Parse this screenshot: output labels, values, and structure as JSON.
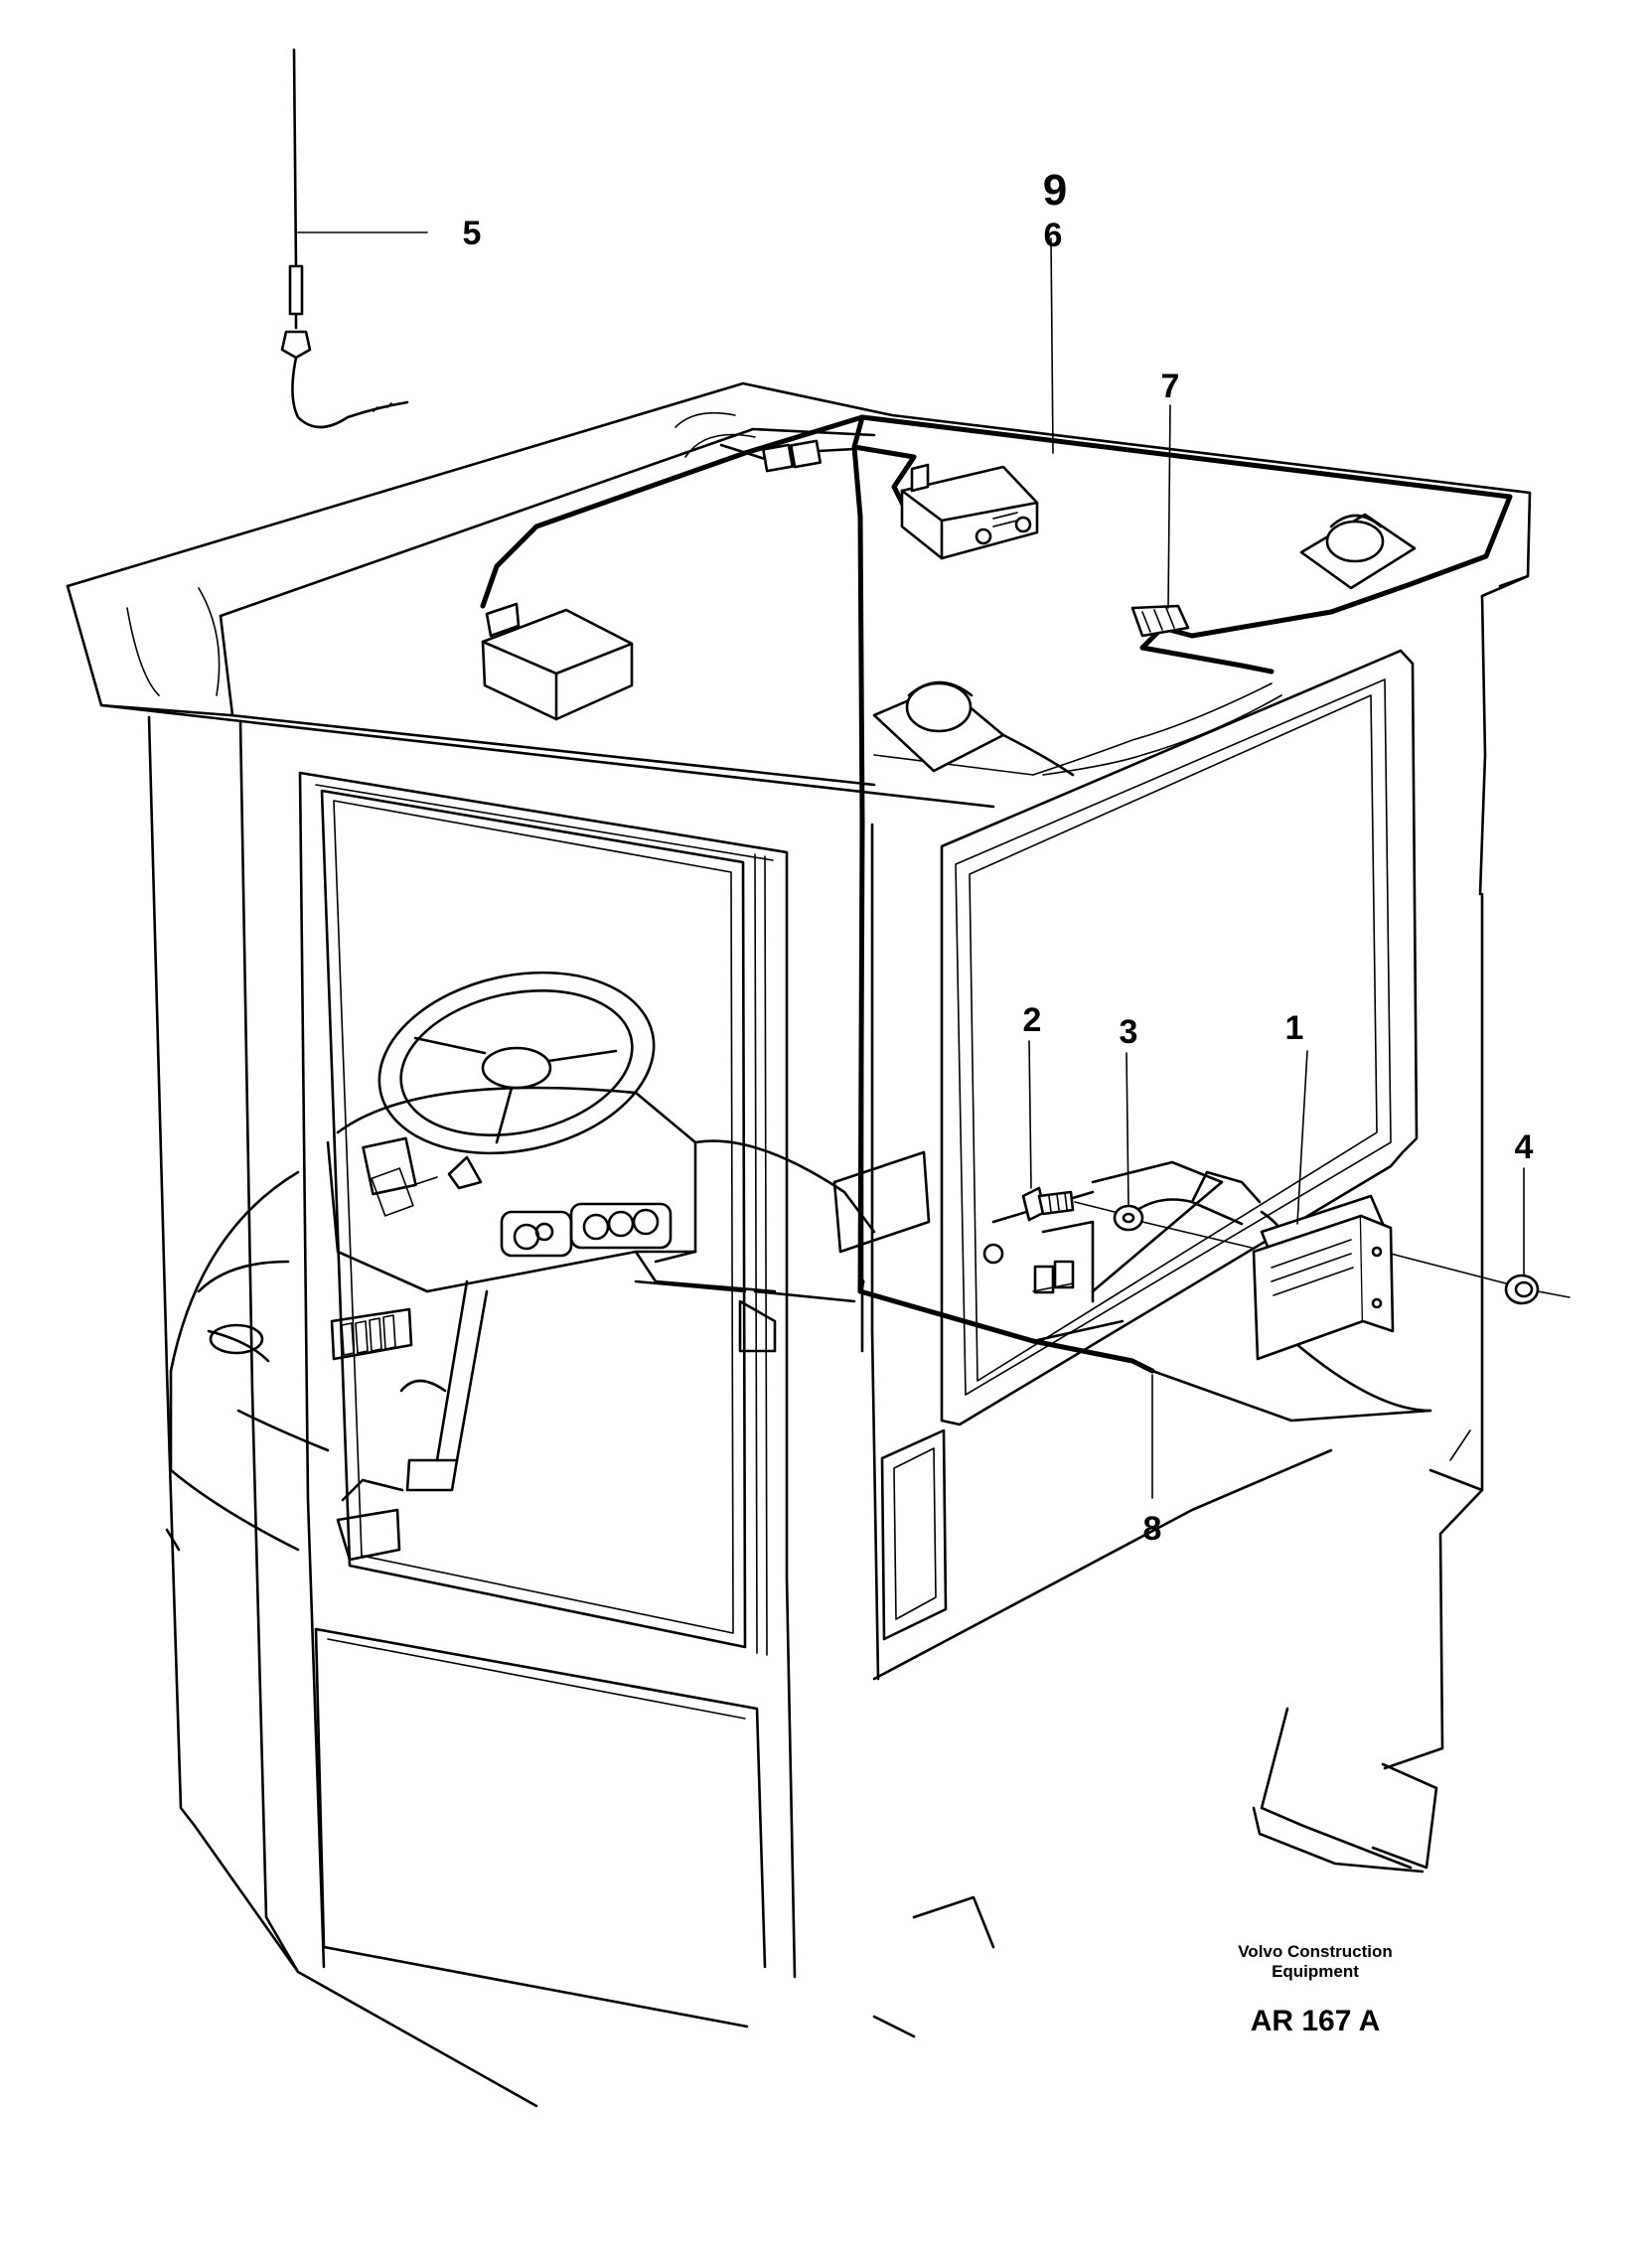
{
  "callouts": {
    "c1": "1",
    "c2": "2",
    "c3": "3",
    "c4": "4",
    "c5": "5",
    "c6": "6",
    "c7": "7",
    "c8": "8",
    "c9": "9"
  },
  "footer": {
    "company_line1": "Volvo Construction",
    "company_line2": "Equipment",
    "reference": "AR 167 A"
  },
  "parts": {
    "1": "radio-mounting-bracket-icon",
    "2": "screw-icon",
    "3": "washer-icon",
    "4": "nut-icon",
    "5": "antenna-icon",
    "6": "cable-harness-icon",
    "7": "connector-icon",
    "8": "cable-icon",
    "9": "cable-icon"
  }
}
